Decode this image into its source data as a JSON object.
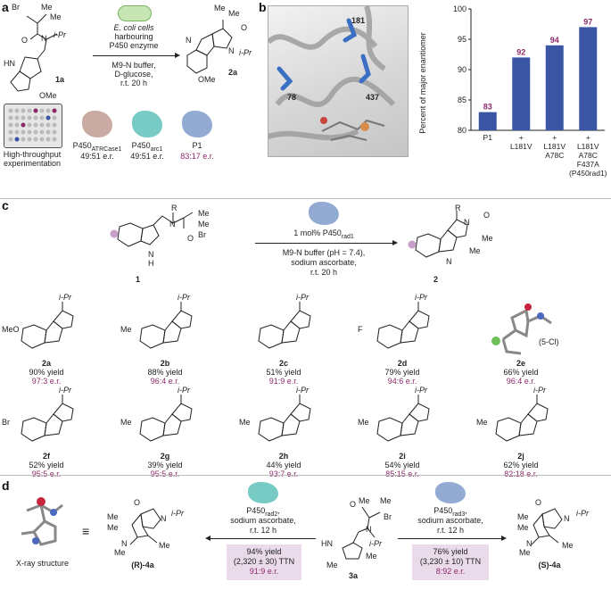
{
  "panel_a": {
    "label": "a",
    "substrate_id": "1a",
    "substrate_labels": [
      "Br",
      "Me",
      "Me",
      "O",
      "N",
      "i-Pr",
      "HN",
      "OMe"
    ],
    "cells_line1": "E. coli cells",
    "cells_line2": "harbouring",
    "cells_line3": "P450 enzyme",
    "cond_line1": "M9-N buffer,",
    "cond_line2": "D-glucose,",
    "cond_line3": "r.t. 20 h",
    "product_id": "2a",
    "product_labels": [
      "Me",
      "Me",
      "O",
      "N",
      "i-Pr",
      "N",
      "OMe"
    ],
    "hte_line1": "High-throughput",
    "hte_line2": "experimentation",
    "enzymes": [
      {
        "name": "P450",
        "sub": "ATRCase1",
        "er": "49:51 e.r.",
        "color": "#b88f84"
      },
      {
        "name": "P450",
        "sub": "arc1",
        "er": "49:51 e.r.",
        "color": "#4bb9b1"
      },
      {
        "name": "P1",
        "sub": "",
        "er": "83:17 e.r.",
        "color": "#6f8fc4"
      }
    ]
  },
  "panel_b": {
    "label": "b",
    "residues": [
      "181",
      "78",
      "437"
    ],
    "chart_data": {
      "type": "bar",
      "categories": [
        "P1",
        "+ L181V",
        "+ L181V A78C",
        "+ L181V A78C F437A (P450rad1)"
      ],
      "category_lines": [
        [
          "P1"
        ],
        [
          "+",
          "L181V"
        ],
        [
          "+",
          "L181V",
          "A78C"
        ],
        [
          "+",
          "L181V",
          "A78C",
          "F437A",
          "(P450rad1)"
        ]
      ],
      "values": [
        83,
        92,
        94,
        97
      ],
      "value_labels": [
        "83",
        "92",
        "94",
        "97"
      ],
      "ylabel": "Percent of major enantiomer",
      "ylim": [
        80,
        100
      ],
      "yticks": [
        "80",
        "85",
        "90",
        "95",
        "100"
      ],
      "bar_color": "#3a55a4",
      "label_color": "#8e2a6a"
    }
  },
  "panel_c": {
    "label": "c",
    "substrate_id": "1",
    "substrate_labels": [
      "R",
      "N",
      "O",
      "Me",
      "Me",
      "Br",
      "N",
      "H"
    ],
    "cond_top": "1 mol% P450rad1",
    "cond_line1": "M9-N buffer (pH = 7.4),",
    "cond_line2": "sodium ascorbate,",
    "cond_line3": "r.t. 20 h",
    "product_id": "2",
    "product_labels": [
      "R",
      "N",
      "O",
      "Me",
      "Me",
      "N"
    ],
    "products": [
      {
        "id": "2a",
        "sub": "MeO",
        "r": "i-Pr",
        "yield": "90% yield",
        "er": "97:3 e.r."
      },
      {
        "id": "2b",
        "sub": "Me",
        "r": "i-Pr",
        "yield": "88% yield",
        "er": "96:4 e.r."
      },
      {
        "id": "2c",
        "sub": "",
        "r": "i-Pr",
        "yield": "51% yield",
        "er": "91:9 e.r."
      },
      {
        "id": "2d",
        "sub": "F",
        "r": "i-Pr",
        "yield": "79% yield",
        "er": "94:6 e.r."
      },
      {
        "id": "2e",
        "sub": "(5-Cl)",
        "r": "",
        "yield": "66% yield",
        "er": "96:4 e.r."
      },
      {
        "id": "2f",
        "sub": "Br",
        "r": "i-Pr",
        "yield": "52% yield",
        "er": "95:5 e.r."
      },
      {
        "id": "2g",
        "sub": "Me",
        "r": "i-Pr",
        "yield": "39% yield",
        "er": "95:5 e.r."
      },
      {
        "id": "2h",
        "sub": "Me",
        "r": "i-Pr",
        "yield": "44% yield",
        "er": "93:7 e.r."
      },
      {
        "id": "2i",
        "sub": "Me",
        "r": "i-Pr",
        "yield": "54% yield",
        "er": "85:15 e.r."
      },
      {
        "id": "2j",
        "sub": "Me",
        "r": "i-Pr",
        "yield": "62% yield",
        "er": "82:18 e.r."
      }
    ]
  },
  "panel_d": {
    "label": "d",
    "xray": "X-ray structure",
    "left_enzyme": "P450rad2,",
    "left_cond1": "sodium ascorbate,",
    "left_cond2": "r.t. 12 h",
    "left_yield": "94% yield",
    "left_ttn": "(2,320 ± 30) TTN",
    "left_er": "91:9 e.r.",
    "left_product": "(R)-4a",
    "right_enzyme": "P450rad3,",
    "right_cond1": "sodium ascorbate,",
    "right_cond2": "r.t. 12 h",
    "right_yield": "76% yield",
    "right_ttn": "(3,230 ± 10) TTN",
    "right_er": "8:92 e.r.",
    "right_product": "(S)-4a",
    "substrate_id": "3a",
    "substrate_labels": [
      "Br",
      "Me",
      "Me",
      "O",
      "N",
      "i-Pr",
      "HN",
      "Me",
      "Me"
    ],
    "product_labels": [
      "O",
      "Me",
      "Me",
      "N",
      "i-Pr",
      "N",
      "Me",
      "Me"
    ]
  }
}
